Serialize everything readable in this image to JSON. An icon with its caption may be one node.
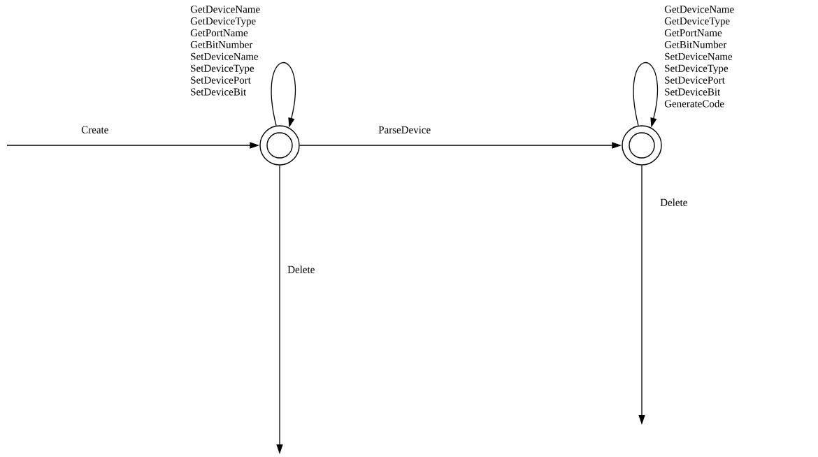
{
  "diagram": {
    "nodes": [
      {
        "text": [],
        "shape": "circle"
      },
      {
        "text": [],
        "shape": "circle"
      }
    ],
    "edges": [
      {
        "from": null,
        "to": 0,
        "arrow": "to",
        "label": "Create"
      },
      {
        "from": 0,
        "to": 0,
        "arrow": "to",
        "label": "GetDeviceName GetDeviceType GetPortName GetBitNumber SetDeviceName SetDeviceType SetDevicePort SetDeviceBit"
      },
      {
        "from": 0,
        "to": 1,
        "arrow": "to",
        "label": "ParseDevice"
      },
      {
        "from": 0,
        "to": null,
        "arrow": "to",
        "label": "Delete"
      },
      {
        "from": 1,
        "to": 1,
        "arrow": "to",
        "label": "GetDeviceName GetDeviceType GetPortName GetBitNumber SetDeviceName SetDeviceType SetDevicePort SetDeviceBit GenerateCode"
      },
      {
        "from": 1,
        "to": null,
        "arrow": "to",
        "label": "Delete"
      }
    ]
  }
}
